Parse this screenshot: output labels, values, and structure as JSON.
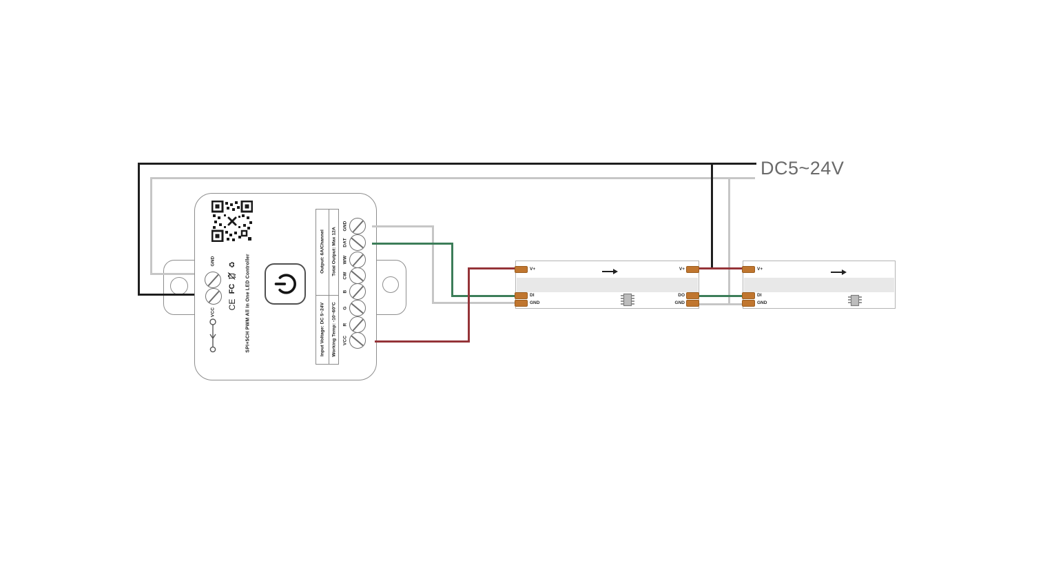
{
  "power": {
    "label": "DC5~24V"
  },
  "controller": {
    "product_title": "SPI+5CH PWM All In One LED Controller",
    "certifications": {
      "ce": "CE",
      "fcc": "FC",
      "recycle_symbol": "♻"
    },
    "left_terminals": {
      "gnd": "GND",
      "vcc": "VCC"
    },
    "right_terminals": [
      "GND",
      "DAT",
      "WW",
      "CW",
      "B",
      "G",
      "R",
      "VCC"
    ],
    "specs": {
      "output": "Output: 6A/Channel",
      "total_output": "Total Output: Max 12A",
      "input_voltage": "Input Voltage: DC 5~24V",
      "working_temp": "Working Temp: -10~60°C"
    }
  },
  "strip1": {
    "left_pads": [
      "V+",
      "DI",
      "GND"
    ],
    "right_pads": [
      "V+",
      "DO",
      "GND"
    ]
  },
  "strip2": {
    "left_pads": [
      "V+",
      "DI",
      "GND"
    ]
  },
  "wire_colors": {
    "v_plus_bus": "#1e1e1e",
    "gnd_bus": "#c6c6c6",
    "data_wire": "#3c7d58",
    "v_plus_wire": "#953338",
    "solder_pad": "#c0762f"
  }
}
